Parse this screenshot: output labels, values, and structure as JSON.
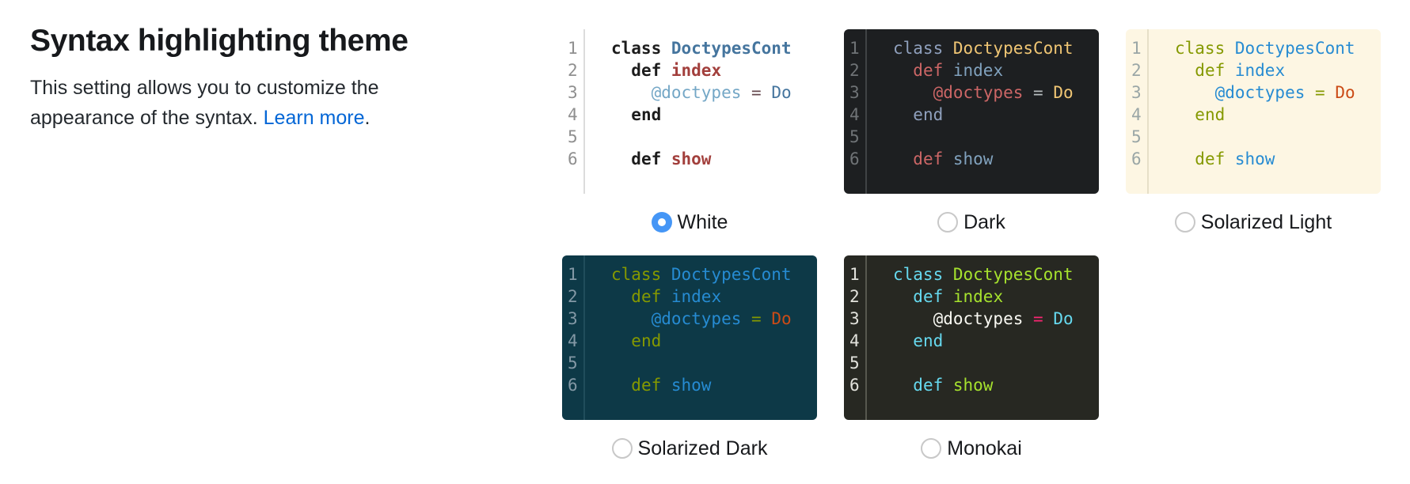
{
  "page": {
    "background": "#ffffff"
  },
  "section": {
    "title": "Syntax highlighting theme",
    "description": {
      "before_link": "This setting allows you to customize the appearance of the syntax. ",
      "link_label": "Learn more",
      "suffix": "."
    },
    "link_color": "#0366d6",
    "heading_color": "#17191c"
  },
  "code_preview": {
    "line_numbers": [
      "1",
      "2",
      "3",
      "4",
      "5",
      "6"
    ],
    "lines": [
      [
        {
          "text": "class ",
          "type": "keyword"
        },
        {
          "text": "DoctypesCont",
          "type": "class_name"
        }
      ],
      [
        {
          "text": "  ",
          "type": "plain"
        },
        {
          "text": "def ",
          "type": "keyword2"
        },
        {
          "text": "index",
          "type": "function"
        }
      ],
      [
        {
          "text": "    ",
          "type": "plain"
        },
        {
          "text": "@doctypes",
          "type": "variable"
        },
        {
          "text": " ",
          "type": "plain"
        },
        {
          "text": "=",
          "type": "operator"
        },
        {
          "text": " ",
          "type": "plain"
        },
        {
          "text": "Do",
          "type": "constant"
        }
      ],
      [
        {
          "text": "  ",
          "type": "plain"
        },
        {
          "text": "end",
          "type": "keyword"
        }
      ],
      [],
      [
        {
          "text": "  ",
          "type": "plain"
        },
        {
          "text": "def ",
          "type": "keyword2"
        },
        {
          "text": "show",
          "type": "function"
        }
      ]
    ]
  },
  "themes": [
    {
      "id": "white",
      "label": "White",
      "selected": true,
      "colors": {
        "background": "#ffffff",
        "gutter_line": "#dcdcdc",
        "line_number": "#8f8f8f",
        "keyword": "#1c1c1c",
        "keyword2": "#1c1c1c",
        "class_name": "#45759e",
        "function": "#a23f3c",
        "variable": "#74a7c6",
        "operator": "#64474d",
        "constant": "#45759e",
        "plain": "#333333"
      }
    },
    {
      "id": "dark",
      "label": "Dark",
      "selected": false,
      "colors": {
        "background": "#1d1f21",
        "gutter_line": "#404345",
        "line_number": "#6f7376",
        "keyword": "#8fa0bd",
        "keyword2": "#cc6666",
        "class_name": "#f0c674",
        "function": "#81a2be",
        "variable": "#cc6666",
        "operator": "#b7bdbf",
        "constant": "#f0c674",
        "plain": "#c5c8c6"
      }
    },
    {
      "id": "solarized-light",
      "label": "Solarized Light",
      "selected": false,
      "colors": {
        "background": "#fdf6e3",
        "gutter_line": "#e6dfc8",
        "line_number": "#9aa6a6",
        "keyword": "#859900",
        "keyword2": "#859900",
        "class_name": "#268bd2",
        "function": "#268bd2",
        "variable": "#268bd2",
        "operator": "#859900",
        "constant": "#cb4b16",
        "plain": "#657b83"
      }
    },
    {
      "id": "solarized-dark",
      "label": "Solarized Dark",
      "selected": false,
      "colors": {
        "background": "#0d3947",
        "gutter_line": "#204d5b",
        "line_number": "#8398a5",
        "keyword": "#859900",
        "keyword2": "#859900",
        "class_name": "#268bd2",
        "function": "#268bd2",
        "variable": "#268bd2",
        "operator": "#859900",
        "constant": "#cb4b16",
        "plain": "#93a1a1"
      }
    },
    {
      "id": "monokai",
      "label": "Monokai",
      "selected": false,
      "colors": {
        "background": "#272822",
        "gutter_line": "#57584f",
        "line_number": "#e2e2dc",
        "keyword": "#66d9ef",
        "keyword2": "#66d9ef",
        "class_name": "#a6e22e",
        "function": "#a6e22e",
        "variable": "#f8f8f2",
        "operator": "#f92672",
        "constant": "#66d9ef",
        "plain": "#f8f8f2"
      }
    }
  ],
  "radio": {
    "selected_fill": "#4596f6",
    "unselected_border": "#c8c8c8"
  }
}
